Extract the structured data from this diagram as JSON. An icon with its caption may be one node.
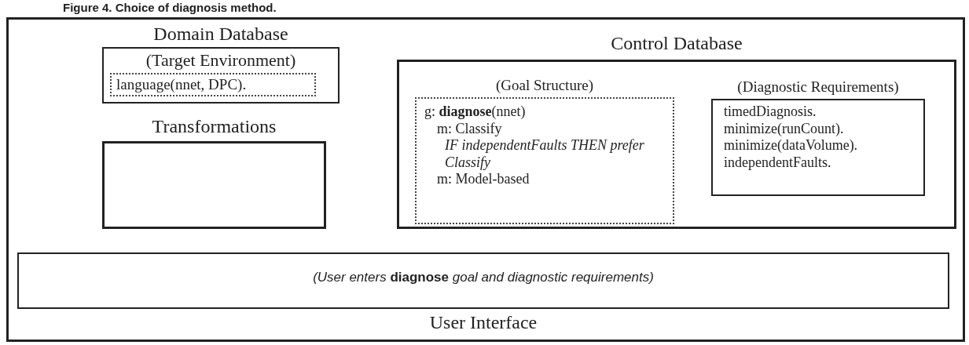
{
  "diagram": {
    "title": "Figure 4. Choice of diagnosis method.",
    "nodes": [
      {
        "text": [],
        "shape": "box"
      },
      {
        "text": [
          "Domain Database",
          "(Target Environment)"
        ],
        "in": 0
      },
      {
        "text": [
          "language(nnet, DPC)."
        ],
        "in": 1
      },
      {
        "text": [
          "Transformations"
        ],
        "in": 0
      },
      {
        "text": [
          "Control Database"
        ],
        "in": 0
      },
      {
        "text": [
          "(Goal Structure)",
          "g: **diagnose**(nnet)",
          "m: Classify",
          "IF independentFaults THEN prefer Classify",
          "m: Model-based"
        ],
        "in": 4
      },
      {
        "text": [
          "(Diagnostic Requirements)",
          "timedDiagnosis.",
          "minimize(runCount).",
          "minimize(dataVolume).",
          "independentFaults."
        ],
        "in": 4
      },
      {
        "text": [
          "*(User enters* **diagnose** *goal and diagnostic requirements)*",
          "User Interface"
        ],
        "in": 0
      }
    ]
  }
}
